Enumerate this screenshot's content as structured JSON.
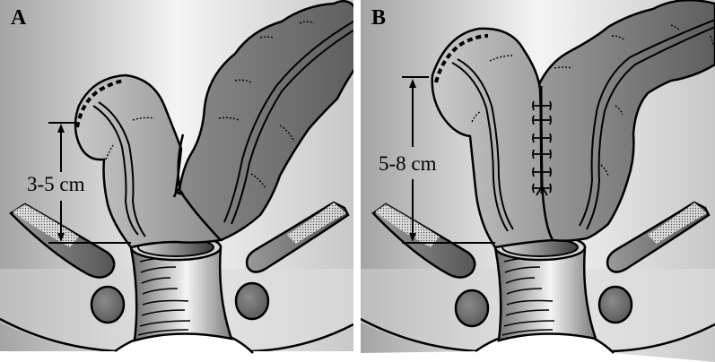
{
  "figure": {
    "panels": [
      {
        "id": "A",
        "label": "A",
        "measurement": "3-5 cm",
        "structures": [
          "colon-loop",
          "descending-colon",
          "anal-canal",
          "pelvic-muscles",
          "ischial-tuberosities"
        ],
        "features": {
          "staple_line_dashes": true,
          "sutured_pouch": false
        }
      },
      {
        "id": "B",
        "label": "B",
        "measurement": "5-8 cm",
        "structures": [
          "j-pouch-limb-left",
          "j-pouch-limb-right",
          "descending-colon",
          "anal-canal",
          "pelvic-muscles",
          "ischial-tuberosities"
        ],
        "features": {
          "staple_line_dashes": true,
          "sutured_pouch": true,
          "suture_count": 6
        }
      }
    ],
    "colors": {
      "background_dark": "#a8a8a8",
      "background_light": "#f2f2f2",
      "colon_light": "#c4c4c4",
      "colon_dark": "#6e6e6e",
      "outline": "#000000",
      "panel_gap": "#ffffff"
    }
  }
}
